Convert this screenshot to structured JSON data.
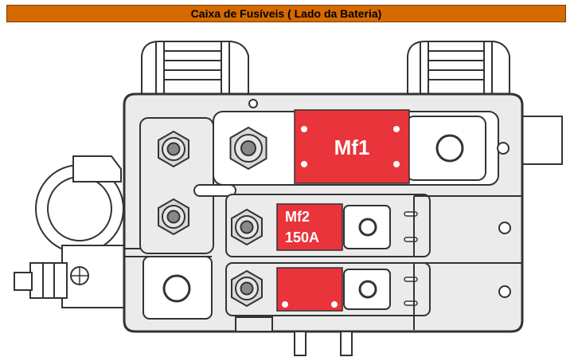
{
  "title": "Caixa de Fusíveis ( Lado da Bateria)",
  "colors": {
    "title_bar": "#d46a00",
    "fuse_red": "#e8343a",
    "housing_fill": "#ebebeb",
    "housing_stroke": "#333333"
  },
  "fuses": {
    "mf1": {
      "label": "Mf1"
    },
    "mf2": {
      "label_line1": "Mf2",
      "label_line2": "150A"
    },
    "mf3": {
      "label": ""
    }
  }
}
